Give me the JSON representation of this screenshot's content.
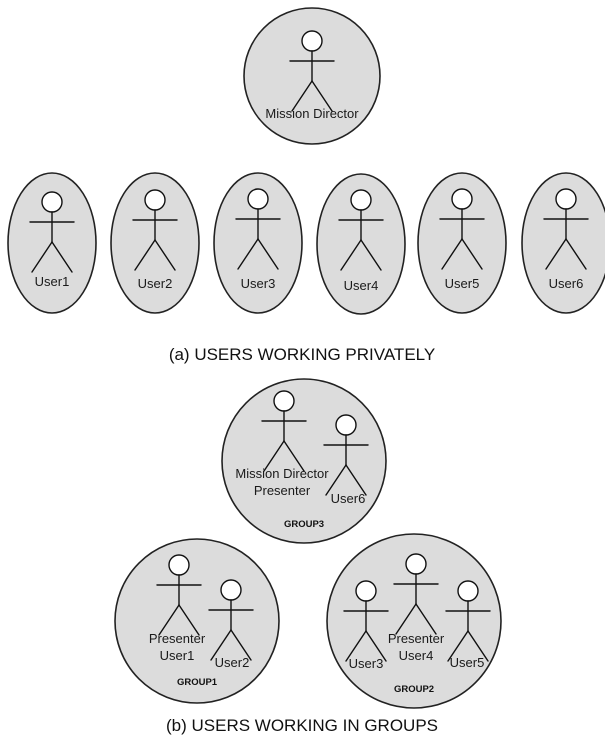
{
  "part_a": {
    "director": {
      "label": "Mission Director"
    },
    "users": [
      "User1",
      "User2",
      "User3",
      "User4",
      "User5",
      "User6"
    ],
    "caption": "(a) USERS WORKING PRIVATELY"
  },
  "part_b": {
    "group3": {
      "name": "GROUP3",
      "presenter_line1": "Mission Director",
      "presenter_line2": "Presenter",
      "member": "User6"
    },
    "group1": {
      "name": "GROUP1",
      "presenter_line1": "Presenter",
      "presenter_line2": "User1",
      "member": "User2"
    },
    "group2": {
      "name": "GROUP2",
      "presenter_line1": "Presenter",
      "presenter_line2": "User4",
      "members": [
        "User3",
        "User5"
      ]
    },
    "caption": "(b) USERS WORKING IN GROUPS"
  }
}
